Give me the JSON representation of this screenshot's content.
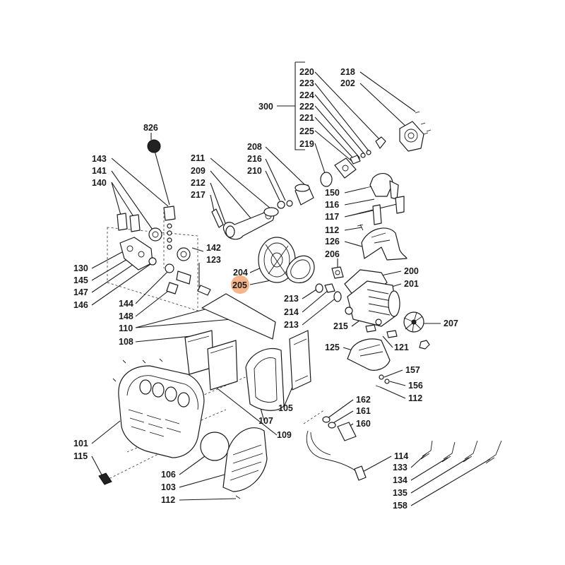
{
  "diagram": {
    "highlight_color": "#f5b48a",
    "labels": {
      "l220": "220",
      "l223": "223",
      "l224": "224",
      "l222": "222",
      "l221": "221",
      "l225": "225",
      "l219": "219",
      "l300": "300",
      "l218": "218",
      "l202": "202",
      "l826": "826",
      "l143": "143",
      "l141": "141",
      "l140": "140",
      "l208": "208",
      "l216": "216",
      "l210": "210",
      "l211": "211",
      "l209": "209",
      "l212": "212",
      "l217": "217",
      "l150": "150",
      "l116": "116",
      "l117": "117",
      "l112a": "112",
      "l126": "126",
      "l142": "142",
      "l123": "123",
      "l206": "206",
      "l200": "200",
      "l201": "201",
      "l130": "130",
      "l145": "145",
      "l147": "147",
      "l146": "146",
      "l204": "204",
      "l205": "205",
      "l213a": "213",
      "l214": "214",
      "l213b": "213",
      "l144": "144",
      "l148": "148",
      "l110": "110",
      "l215": "215",
      "l207": "207",
      "l121": "121",
      "l108": "108",
      "l125": "125",
      "l157": "157",
      "l156": "156",
      "l112b": "112",
      "l105": "105",
      "l107": "107",
      "l109": "109",
      "l162": "162",
      "l161": "161",
      "l160": "160",
      "l101": "101",
      "l115": "115",
      "l114": "114",
      "l133": "133",
      "l106": "106",
      "l134": "134",
      "l103": "103",
      "l135": "135",
      "l112c": "112",
      "l158": "158"
    }
  }
}
